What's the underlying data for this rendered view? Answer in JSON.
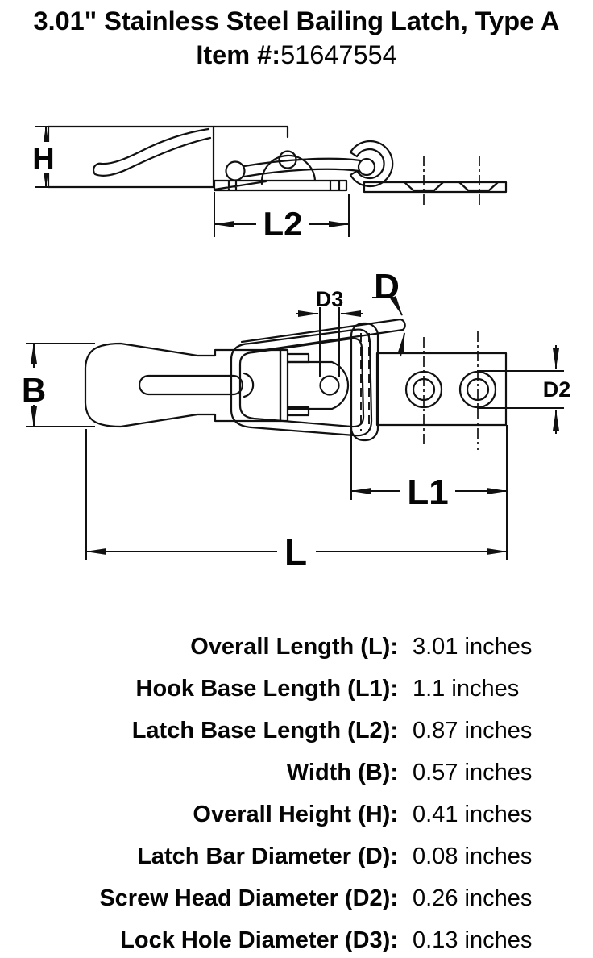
{
  "header": {
    "title": "3.01\" Stainless Steel Bailing Latch, Type A",
    "item_label": "Item #:",
    "item_number": "51647554"
  },
  "drawings": {
    "side_view": {
      "h": "H",
      "l2": "L2"
    },
    "top_view": {
      "b": "B",
      "d3": "D3",
      "d": "D",
      "d2": "D2",
      "l1": "L1",
      "l": "L"
    }
  },
  "specs": {
    "rows": [
      {
        "label": "Overall Length (L):",
        "value": "3.01 inches"
      },
      {
        "label": "Hook Base Length (L1):",
        "value": "1.1 inches"
      },
      {
        "label": "Latch Base Length (L2):",
        "value": "0.87 inches"
      },
      {
        "label": "Width (B):",
        "value": "0.57 inches"
      },
      {
        "label": "Overall Height (H):",
        "value": "0.41 inches"
      },
      {
        "label": "Latch Bar Diameter (D):",
        "value": "0.08 inches"
      },
      {
        "label": "Screw Head Diameter (D2):",
        "value": "0.26 inches"
      },
      {
        "label": "Lock Hole Diameter (D3):",
        "value": "0.13 inches"
      }
    ]
  }
}
